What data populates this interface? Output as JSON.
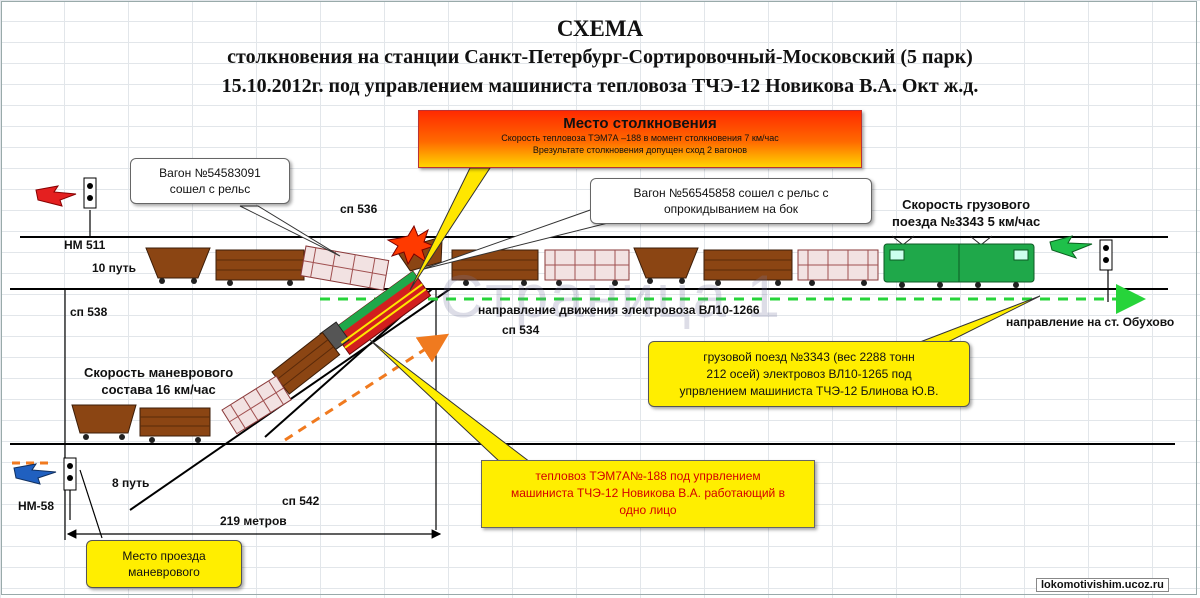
{
  "title": {
    "line1": "СХЕМА",
    "line2": "столкновения на станции Санкт-Петербург-Сортировочный-Московский (5 парк)",
    "line3": "15.10.2012г. под управлением машиниста тепловоза ТЧЭ-12 Новикова В.А. Окт ж.д."
  },
  "collision": {
    "heading": "Место столкновения",
    "line1": "Скорость  тепловоза ТЭМ7А –188 в момент столкновения 7  км/час",
    "line2": "Врезультате столкновения допущен сход  2 вагонов"
  },
  "callouts": {
    "wagon1_l1": "Вагон №54583091",
    "wagon1_l2": "сошел с рельс",
    "wagon2_l1": "Вагон №56545858  сошел с рельс с",
    "wagon2_l2": "опрокидыванием на бок",
    "freight_l1": "грузовой поезд №3343 (вес 2288 тонн",
    "freight_l2": "212 осей) электровоз  ВЛ10-1265  под",
    "freight_l3": "упрвлением машиниста ТЧЭ-12 Блинова Ю.В.",
    "loco_l1": "тепловоз ТЭМ7А№-188  под упрвлением",
    "loco_l2": "машиниста ТЧЭ-12 Новикова В.А. работающий в",
    "loco_l3": "одно лицо",
    "pass_l1": "Место проезда",
    "pass_l2": "маневрового"
  },
  "labels": {
    "hm511": "НМ 511",
    "track10": "10 путь",
    "sp536": "сп 536",
    "sp538": "сп 538",
    "sp534": "сп 534",
    "sp542": "сп 542",
    "track8": "8 путь",
    "hm58": "НМ-58",
    "distance": "219 метров",
    "shunt_speed_l1": "Скорость  маневрового",
    "shunt_speed_l2": "состава 16 км/час",
    "freight_speed_l1": "Скорость  грузового",
    "freight_speed_l2": "поезда №3343  5 км/час",
    "direction_vl10": "направление движения электровоза ВЛ10-1266",
    "direction_obukhovo": "направление  на ст. Обухово"
  },
  "watermark": "Страница 1",
  "site": "lokomotivishim.ucoz.ru",
  "colors": {
    "track": "#000000",
    "wagon_brown": "#8b4513",
    "wagon_grey": "#f2e2e2",
    "electric_loco": "#1fa84a",
    "diesel_loco": "#d21f1f",
    "direction_arrow": "#27d43a",
    "shunt_arrow": "#f07a1f",
    "callout_yellow": "#ffee00"
  }
}
